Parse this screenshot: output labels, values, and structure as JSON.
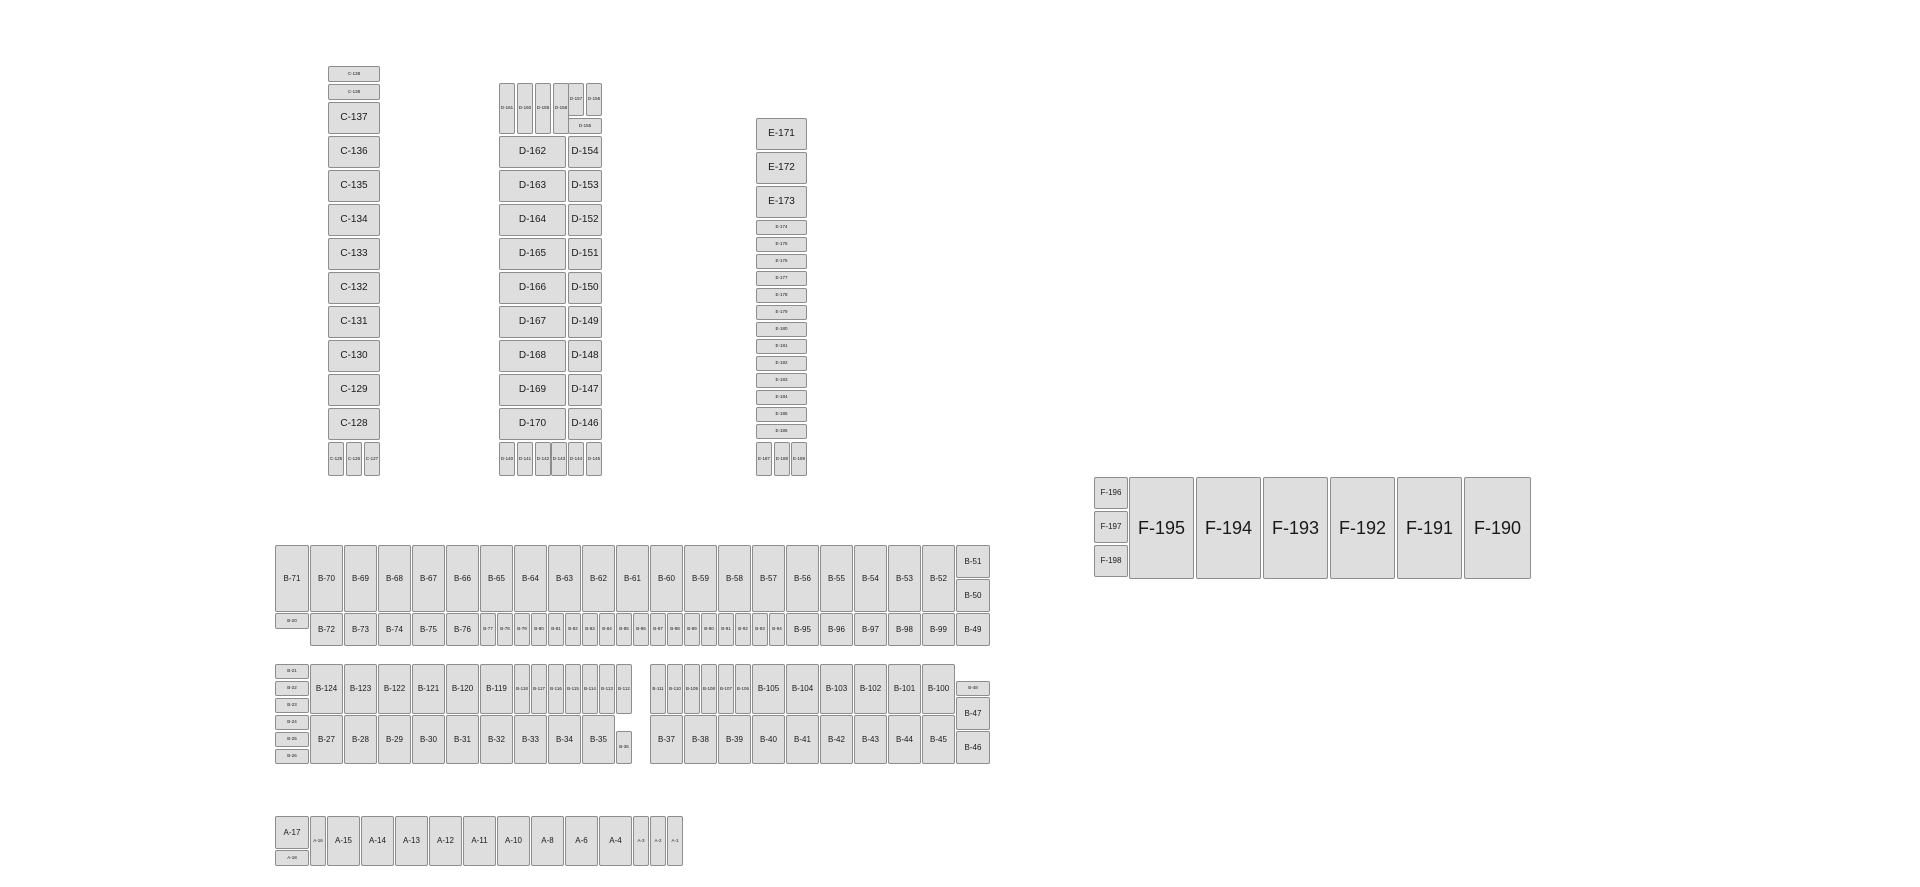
{
  "colors": {
    "background": "#ffffff",
    "unit_fill": "#dedede",
    "unit_border": "#8d8d8d",
    "text": "#1a1a1a"
  },
  "blocks": {
    "C": [
      "C-138",
      "C-138",
      "C-137",
      "C-136",
      "C-135",
      "C-134",
      "C-133",
      "C-132",
      "C-131",
      "C-130",
      "C-129",
      "C-128",
      "C-125",
      "C-126",
      "C-127"
    ],
    "D": [
      "D-161",
      "D-160",
      "D-159",
      "D-158",
      "D-157",
      "D-156",
      "D-155",
      "D-162",
      "D-154",
      "D-163",
      "D-153",
      "D-164",
      "D-152",
      "D-165",
      "D-151",
      "D-166",
      "D-150",
      "D-167",
      "D-149",
      "D-168",
      "D-148",
      "D-169",
      "D-147",
      "D-170",
      "D-146",
      "D-140",
      "D-141",
      "D-142",
      "D-143",
      "D-144",
      "D-145"
    ],
    "E": [
      "E-171",
      "E-172",
      "E-173",
      "E-174",
      "E-175",
      "E-176",
      "E-177",
      "E-178",
      "E-179",
      "E-180",
      "E-181",
      "E-182",
      "E-183",
      "E-184",
      "E-185",
      "E-186",
      "E-187",
      "E-188",
      "E-189"
    ],
    "F": [
      "F-196",
      "F-197",
      "F-198",
      "F-195",
      "F-194",
      "F-193",
      "F-192",
      "F-191",
      "F-190"
    ],
    "B": [
      "B-71",
      "B-70",
      "B-69",
      "B-68",
      "B-67",
      "B-66",
      "B-65",
      "B-64",
      "B-63",
      "B-62",
      "B-61",
      "B-60",
      "B-59",
      "B-58",
      "B-57",
      "B-56",
      "B-55",
      "B-54",
      "B-53",
      "B-52",
      "B-51",
      "B-50",
      "B-20",
      "B-72",
      "B-73",
      "B-74",
      "B-75",
      "B-76",
      "B-77",
      "B-78",
      "B-79",
      "B-80",
      "B-81",
      "B-82",
      "B-83",
      "B-84",
      "B-85",
      "B-86",
      "B-87",
      "B-88",
      "B-89",
      "B-90",
      "B-91",
      "B-92",
      "B-93",
      "B-94",
      "B-95",
      "B-96",
      "B-97",
      "B-98",
      "B-99",
      "B-49",
      "B-21",
      "B-22",
      "B-23",
      "B-24",
      "B-25",
      "B-26",
      "B-124",
      "B-123",
      "B-122",
      "B-121",
      "B-120",
      "B-119",
      "B-118",
      "B-117",
      "B-116",
      "B-115",
      "B-114",
      "B-113",
      "B-112",
      "B-111",
      "B-110",
      "B-109",
      "B-108",
      "B-107",
      "B-106",
      "B-105",
      "B-104",
      "B-103",
      "B-102",
      "B-101",
      "B-100",
      "B-48",
      "B-47",
      "B-46",
      "B-27",
      "B-28",
      "B-29",
      "B-30",
      "B-31",
      "B-32",
      "B-33",
      "B-34",
      "B-35",
      "B-36",
      "B-37",
      "B-38",
      "B-39",
      "B-40",
      "B-41",
      "B-42",
      "B-43",
      "B-44",
      "B-45"
    ],
    "A": [
      "A-17",
      "A-18",
      "A-16",
      "A-15",
      "A-14",
      "A-13",
      "A-12",
      "A-11",
      "A-10",
      "A-8",
      "A-6",
      "A-4",
      "A-3",
      "A-2",
      "A-1"
    ]
  }
}
